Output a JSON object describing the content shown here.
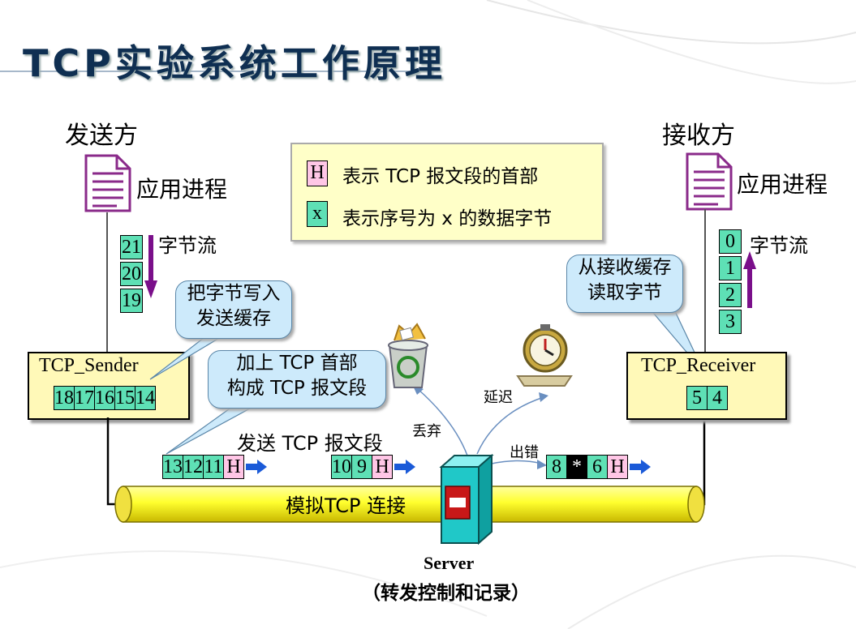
{
  "title": "TCP实验系统工作原理",
  "sender": {
    "heading": "发送方",
    "app_label": "应用进程",
    "byte_stream_label": "字节流",
    "stream_bytes": [
      "21",
      "20",
      "19"
    ],
    "box_label": "TCP_Sender",
    "buffer_bytes": [
      "18",
      "17",
      "16",
      "15",
      "14"
    ]
  },
  "receiver": {
    "heading": "接收方",
    "app_label": "应用进程",
    "byte_stream_label": "字节流",
    "stream_bytes": [
      "0",
      "1",
      "2",
      "3"
    ],
    "box_label": "TCP_Receiver",
    "buffer_bytes": [
      "5",
      "4"
    ]
  },
  "legend": {
    "header_symbol": "H",
    "header_text": "表示 TCP 报文段的首部",
    "byte_symbol": "x",
    "byte_text": "表示序号为 x 的数据字节"
  },
  "callouts": {
    "write_buffer_line1": "把字节写入",
    "write_buffer_line2": "发送缓存",
    "add_header_line1": "加上 TCP 首部",
    "add_header_line2": "构成 TCP 报文段",
    "read_buffer_line1": "从接收缓存",
    "read_buffer_line2": "读取字节"
  },
  "send_label": "发送 TCP 报文段",
  "segments": {
    "seg1": [
      "13",
      "12",
      "11",
      "H"
    ],
    "seg2": [
      "10",
      "9",
      "H"
    ],
    "seg3": [
      "8",
      "*",
      "6",
      "H"
    ]
  },
  "pipe_label": "模拟TCP 连接",
  "events": {
    "discard": "丢弃",
    "delay": "延迟",
    "error": "出错"
  },
  "server": {
    "name": "Server",
    "desc": "（转发控制和记录）"
  },
  "colors": {
    "title": "#0f2f52",
    "byte_cell": "#5ee0b5",
    "header_cell": "#ffc6e6",
    "box_fill": "#fff9b8",
    "pipe": "#ffff2e",
    "arrow": "#7a0f8a",
    "bubble": "#cdeafb"
  }
}
